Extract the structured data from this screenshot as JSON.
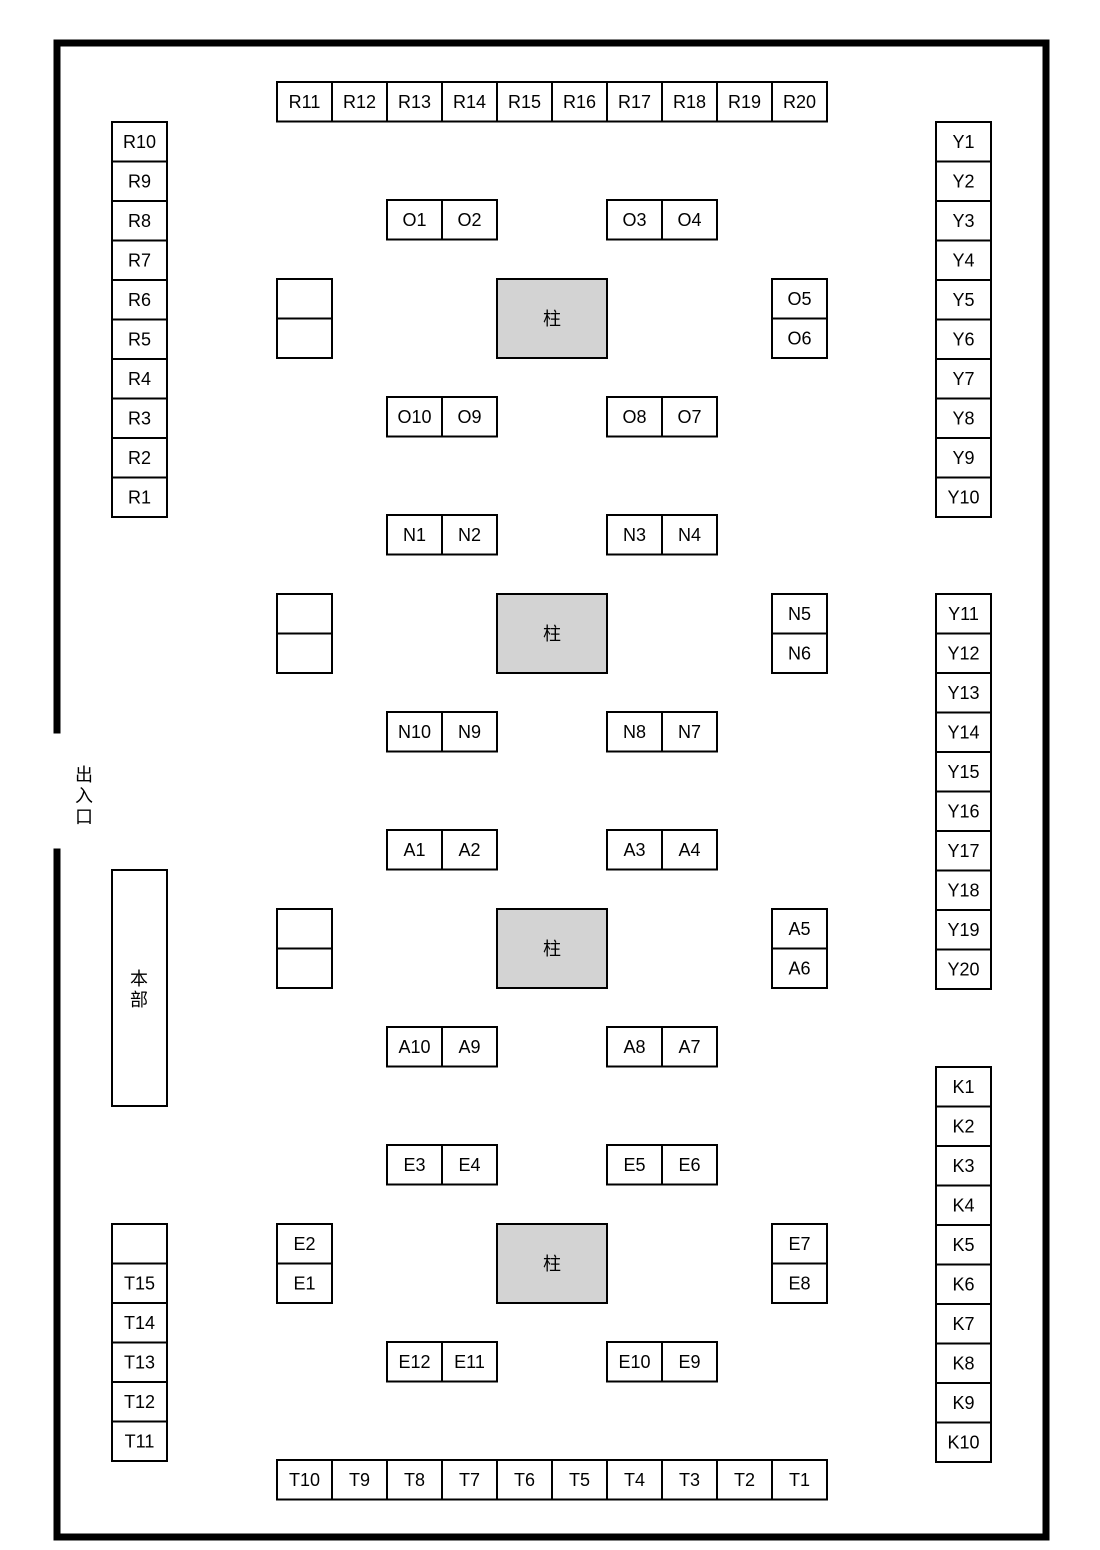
{
  "labels": {
    "pillar": "柱",
    "entrance": "出入口",
    "headquarters": "本部"
  },
  "booths": {
    "R_top": [
      "R11",
      "R12",
      "R13",
      "R14",
      "R15",
      "R16",
      "R17",
      "R18",
      "R19",
      "R20"
    ],
    "R_left": [
      "R10",
      "R9",
      "R8",
      "R7",
      "R6",
      "R5",
      "R4",
      "R3",
      "R2",
      "R1"
    ],
    "Y_top": [
      "Y1",
      "Y2",
      "Y3",
      "Y4",
      "Y5",
      "Y6",
      "Y7",
      "Y8",
      "Y9",
      "Y10"
    ],
    "Y_mid": [
      "Y11",
      "Y12",
      "Y13",
      "Y14",
      "Y15",
      "Y16",
      "Y17",
      "Y18",
      "Y19",
      "Y20"
    ],
    "K": [
      "K1",
      "K2",
      "K3",
      "K4",
      "K5",
      "K6",
      "K7",
      "K8",
      "K9",
      "K10"
    ],
    "T_bottom": [
      "T10",
      "T9",
      "T8",
      "T7",
      "T6",
      "T5",
      "T4",
      "T3",
      "T2",
      "T1"
    ],
    "T_left": [
      "",
      "T15",
      "T14",
      "T13",
      "T12",
      "T11"
    ],
    "O": {
      "top_left": [
        "O1",
        "O2"
      ],
      "top_right": [
        "O3",
        "O4"
      ],
      "side_left": [
        "",
        ""
      ],
      "side_right": [
        "O5",
        "O6"
      ],
      "bottom_left": [
        "O10",
        "O9"
      ],
      "bottom_right": [
        "O8",
        "O7"
      ]
    },
    "N": {
      "top_left": [
        "N1",
        "N2"
      ],
      "top_right": [
        "N3",
        "N4"
      ],
      "side_left": [
        "",
        ""
      ],
      "side_right": [
        "N5",
        "N6"
      ],
      "bottom_left": [
        "N10",
        "N9"
      ],
      "bottom_right": [
        "N8",
        "N7"
      ]
    },
    "A": {
      "top_left": [
        "A1",
        "A2"
      ],
      "top_right": [
        "A3",
        "A4"
      ],
      "side_left": [
        "",
        ""
      ],
      "side_right": [
        "A5",
        "A6"
      ],
      "bottom_left": [
        "A10",
        "A9"
      ],
      "bottom_right": [
        "A8",
        "A7"
      ]
    },
    "E": {
      "top_left": [
        "E3",
        "E4"
      ],
      "top_right": [
        "E5",
        "E6"
      ],
      "side_left": [
        "E2",
        "E1"
      ],
      "side_right": [
        "E7",
        "E8"
      ],
      "bottom_left": [
        "E12",
        "E11"
      ],
      "bottom_right": [
        "E10",
        "E9"
      ]
    }
  }
}
